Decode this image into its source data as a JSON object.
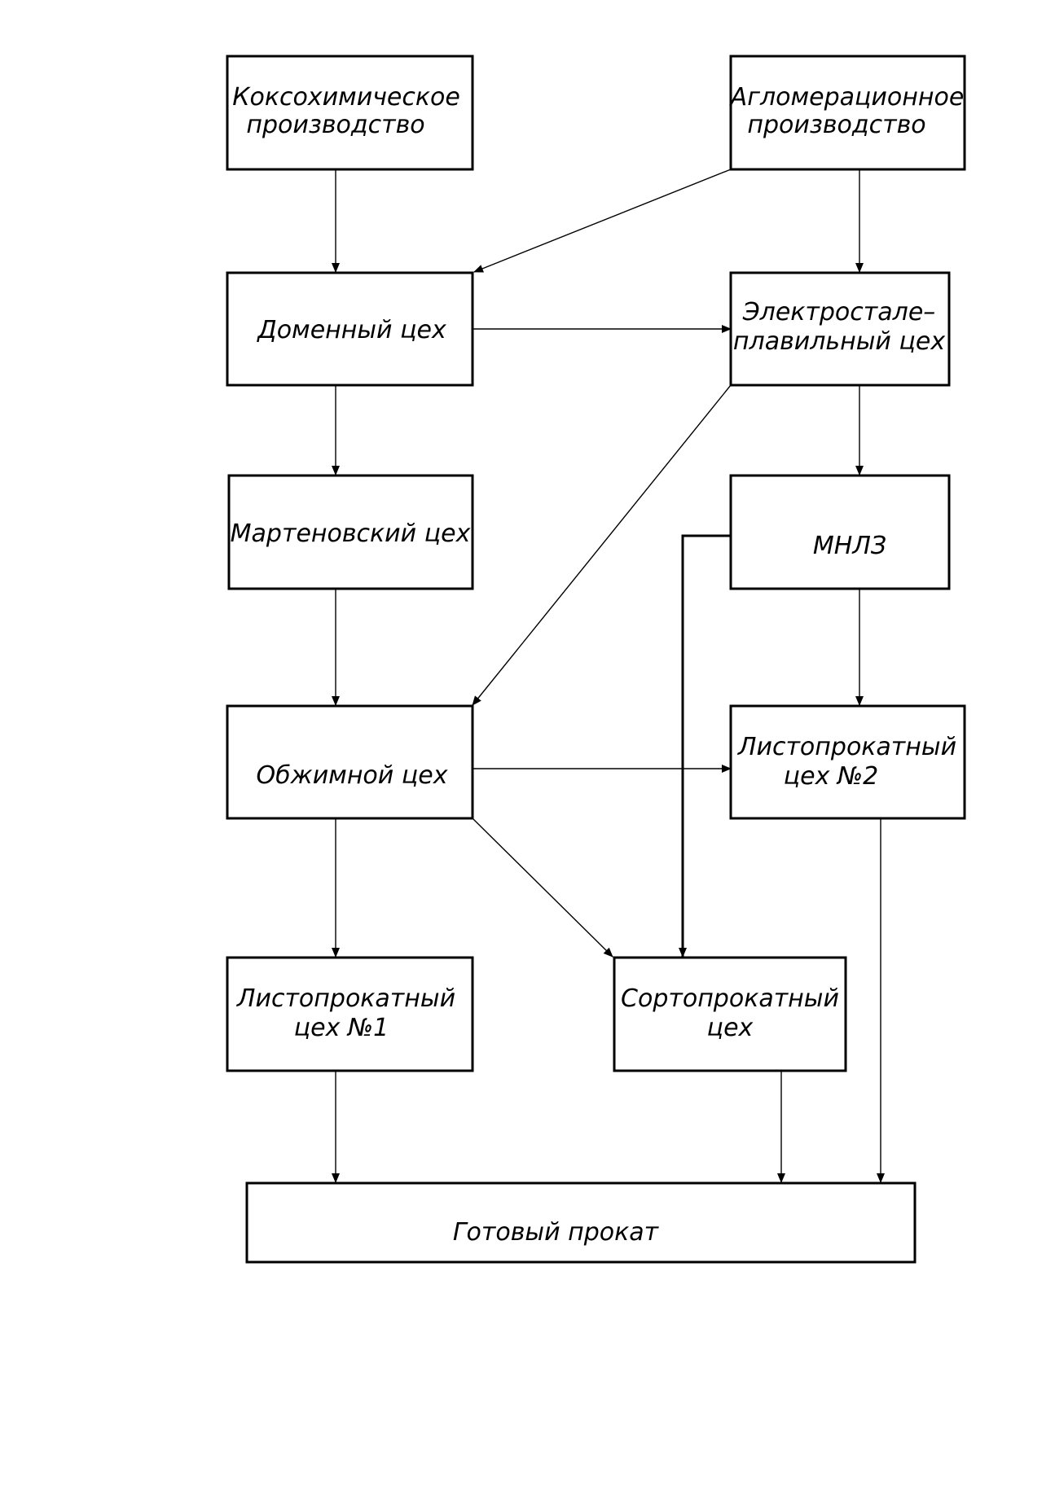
{
  "nodes": {
    "coke": [
      "Коксохимическое",
      "производство"
    ],
    "agglo": [
      "Агломерационное",
      "производство"
    ],
    "blast": [
      "Доменный цех"
    ],
    "electro": [
      "Электростале–",
      "плавильный цех"
    ],
    "marten": [
      "Мартеновский цех"
    ],
    "mnlz": [
      "МНЛЗ"
    ],
    "obzhim": [
      "Обжимной цех"
    ],
    "sheet2": [
      "Листопрокатный",
      "цех №2"
    ],
    "sheet1": [
      "Листопрокатный",
      "цех №1"
    ],
    "section": [
      "Сортопрокатный",
      "цех"
    ],
    "finished": [
      "Готовый прокат"
    ]
  },
  "edges": [
    {
      "from": "coke",
      "to": "blast"
    },
    {
      "from": "agglo",
      "to": "blast"
    },
    {
      "from": "agglo",
      "to": "electro"
    },
    {
      "from": "blast",
      "to": "electro"
    },
    {
      "from": "blast",
      "to": "marten"
    },
    {
      "from": "electro",
      "to": "mnlz"
    },
    {
      "from": "electro",
      "to": "obzhim"
    },
    {
      "from": "marten",
      "to": "obzhim"
    },
    {
      "from": "mnlz",
      "to": "sheet2"
    },
    {
      "from": "mnlz",
      "to": "section"
    },
    {
      "from": "obzhim",
      "to": "sheet2"
    },
    {
      "from": "obzhim",
      "to": "sheet1"
    },
    {
      "from": "obzhim",
      "to": "section"
    },
    {
      "from": "sheet1",
      "to": "finished"
    },
    {
      "from": "section",
      "to": "finished"
    },
    {
      "from": "sheet2",
      "to": "finished"
    }
  ]
}
